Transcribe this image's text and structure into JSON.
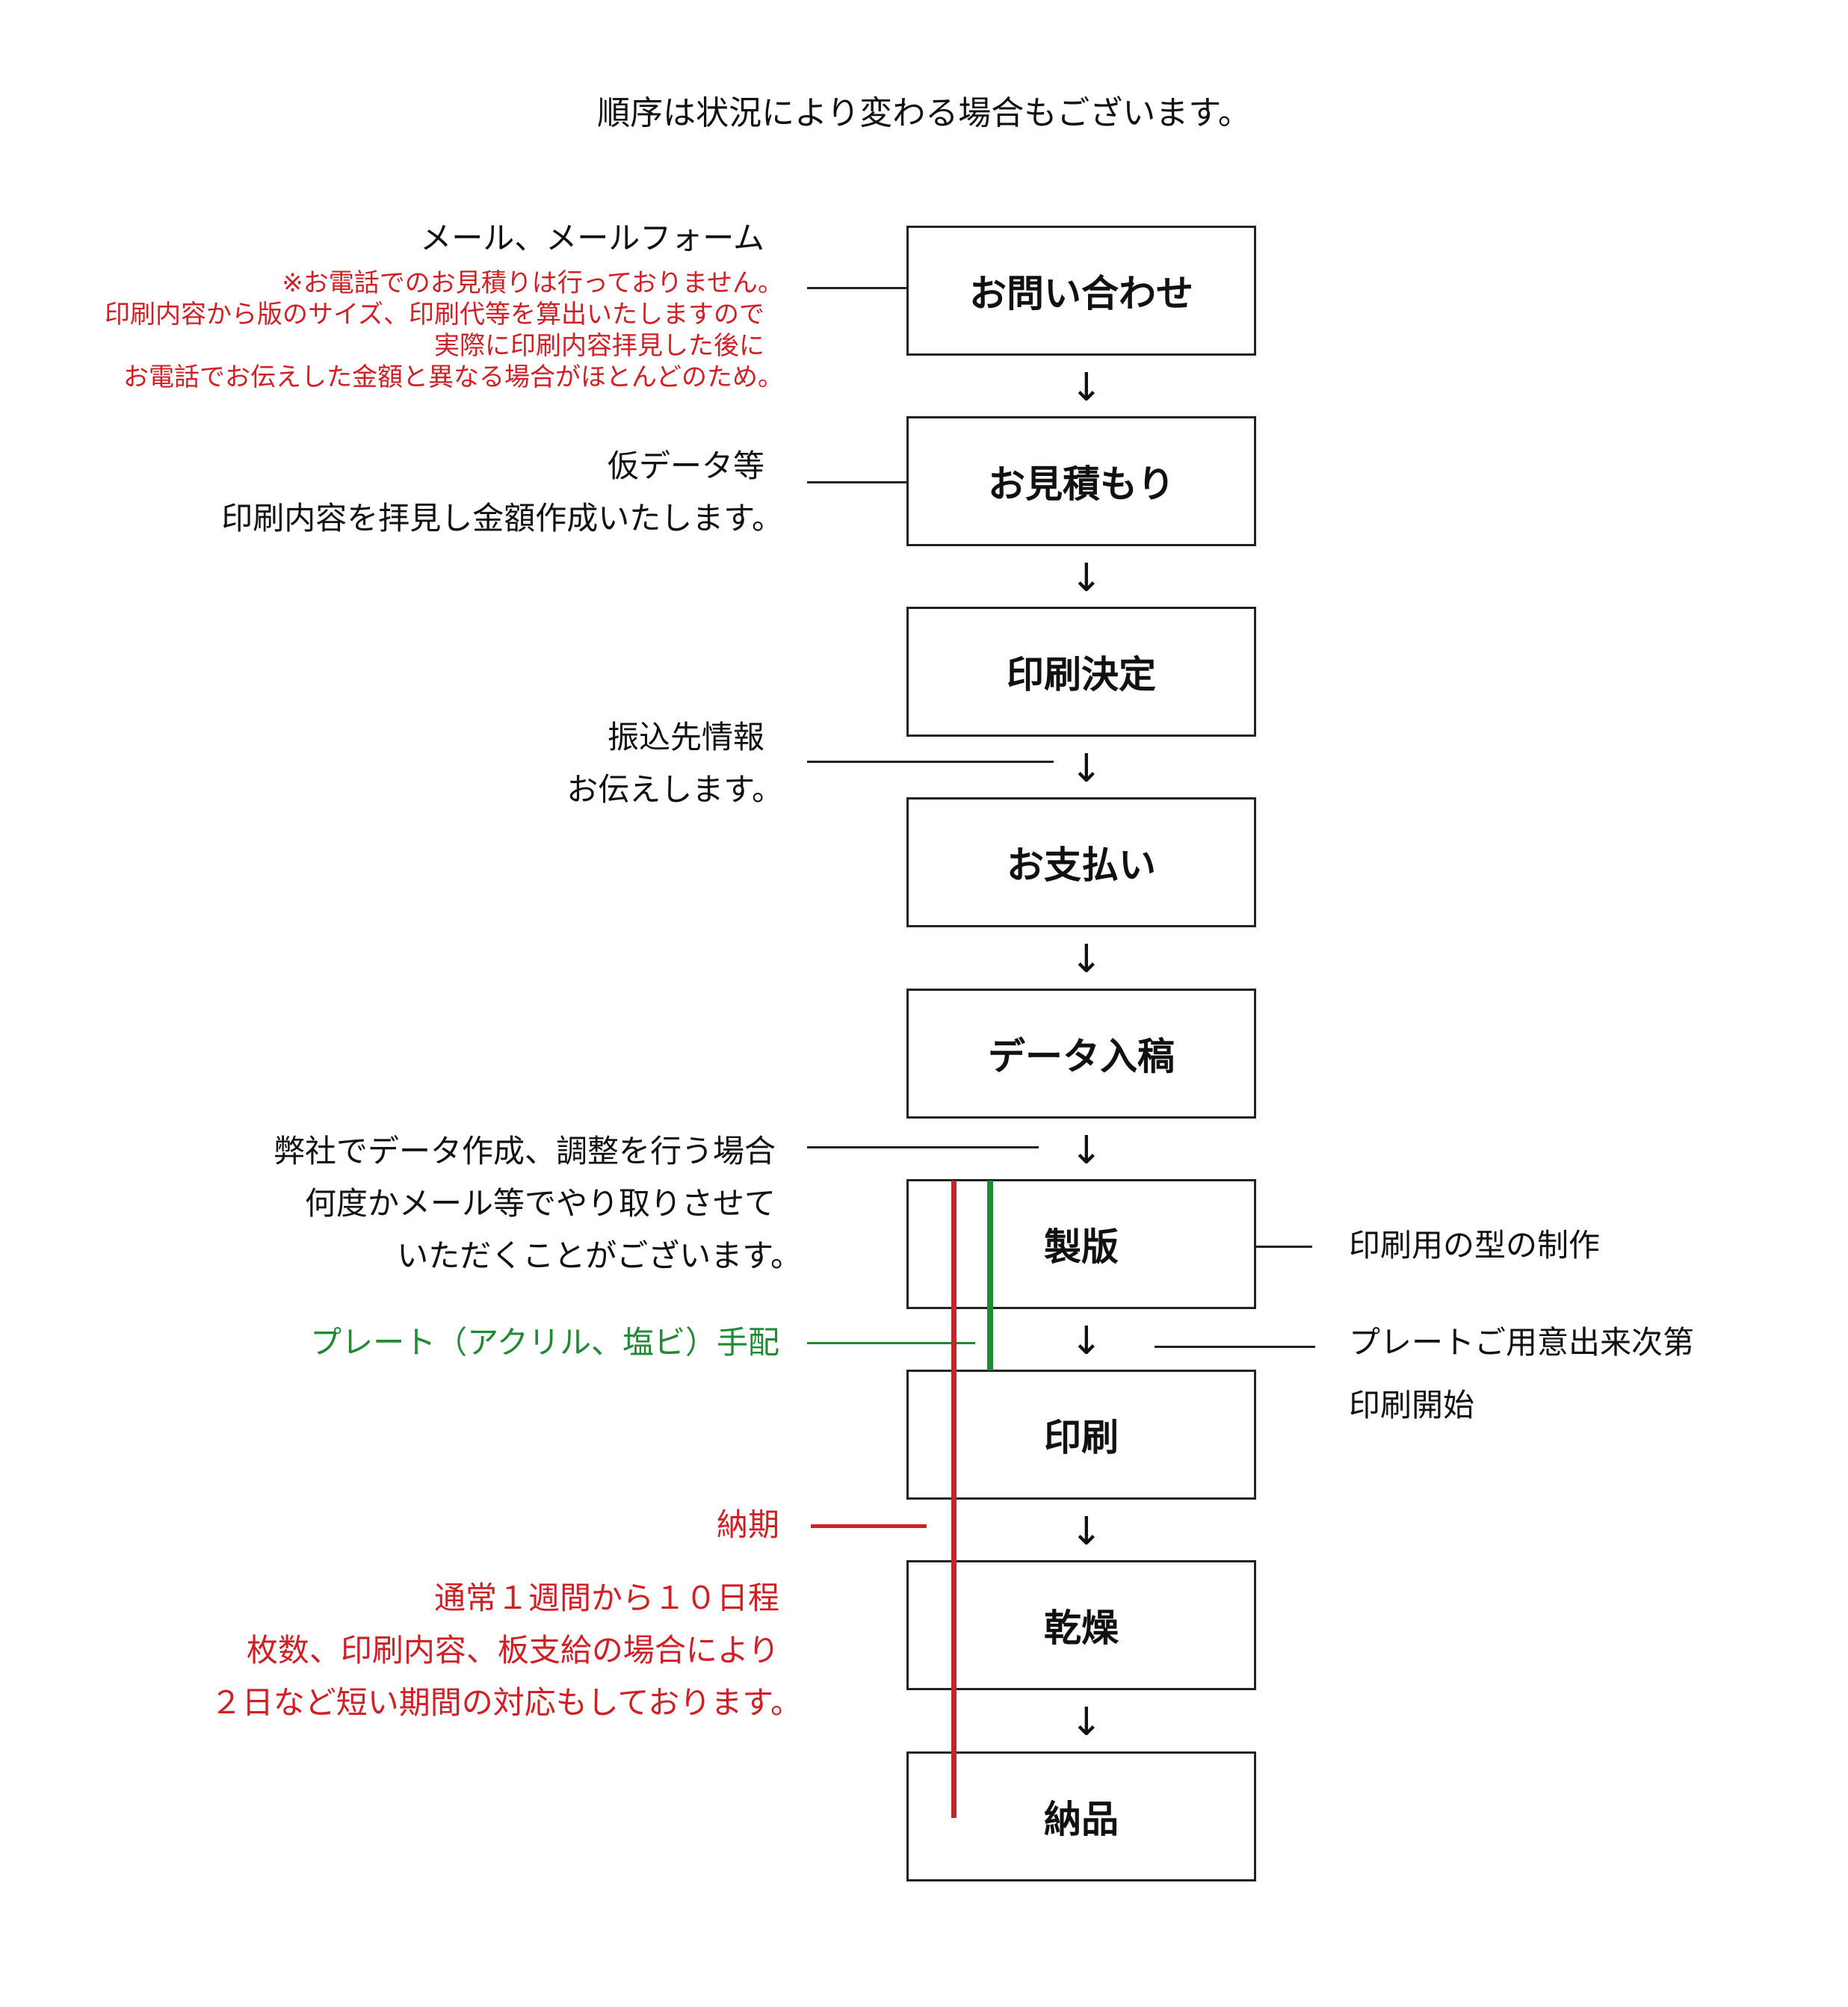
{
  "header": {
    "note": "順序は状況により変わる場合もございます。"
  },
  "steps": [
    "お問い合わせ",
    "お見積もり",
    "印刷決定",
    "お支払い",
    "データ入稿",
    "製版",
    "印刷",
    "乾燥",
    "納品"
  ],
  "arrow_glyph": "↓",
  "notes": {
    "inquiry": {
      "title": "メール、メールフォーム",
      "red_lines": [
        "※お電話でのお見積りは行っておりません。",
        "印刷内容から版のサイズ、印刷代等を算出いたしますので",
        "実際に印刷内容拝見した後に",
        "お電話でお伝えした金額と異なる場合がほとんどのため。"
      ]
    },
    "estimate": {
      "lines": [
        "仮データ等",
        "印刷内容を拝見し金額作成いたします。"
      ]
    },
    "payment": {
      "lines": [
        "振込先情報",
        "お伝えします。"
      ]
    },
    "data": {
      "lines": [
        "弊社でデータ作成、調整を行う場合",
        "何度かメール等でやり取りさせて",
        "いただくことがございます。"
      ]
    },
    "plate_green": "プレート（アクリル、塩ビ）手配",
    "plate_right": "印刷用の型の制作",
    "print_right": {
      "lines": [
        "プレートご用意出来次第",
        "印刷開始"
      ]
    },
    "delivery": {
      "label": "納期",
      "lines": [
        "通常１週間から１０日程",
        "枚数、印刷内容、板支給の場合により",
        "２日など短い期間の対応もしております。"
      ]
    }
  },
  "colors": {
    "red": "#d11f26",
    "green": "#1e8a33",
    "line": "#222222"
  }
}
